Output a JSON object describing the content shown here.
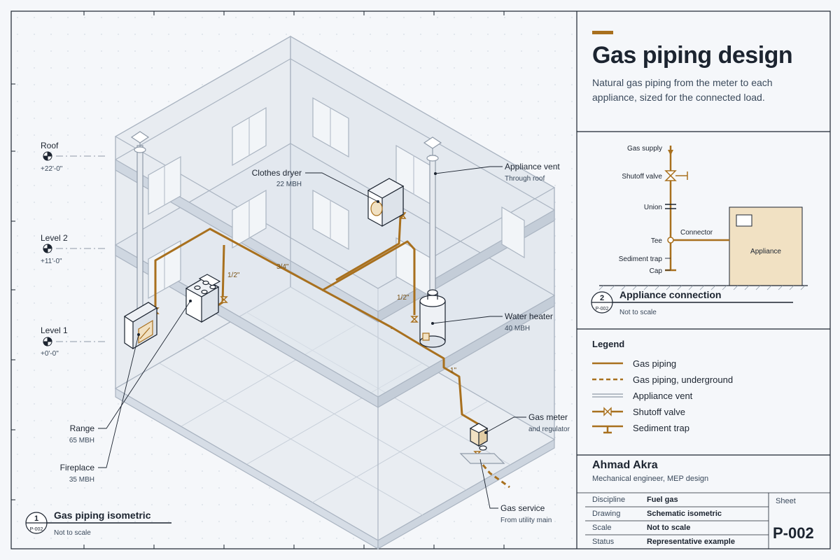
{
  "title": "Gas piping design",
  "description": "Natural gas piping from the meter to each appliance, sized for the connected load.",
  "levels": [
    {
      "name": "Roof",
      "elevation": "+22'-0\""
    },
    {
      "name": "Level 2",
      "elevation": "+11'-0\""
    },
    {
      "name": "Level 1",
      "elevation": "+0'-0\""
    }
  ],
  "isometric": {
    "labels": {
      "clothes_dryer": {
        "name": "Clothes dryer",
        "load": "22 MBH"
      },
      "appliance_vent": {
        "name": "Appliance vent",
        "note": "Through roof"
      },
      "water_heater": {
        "name": "Water heater",
        "load": "40 MBH"
      },
      "gas_meter": {
        "name": "Gas meter",
        "note": "and regulator"
      },
      "gas_service": {
        "name": "Gas service",
        "note": "From utility main"
      },
      "range": {
        "name": "Range",
        "load": "65 MBH"
      },
      "fireplace": {
        "name": "Fireplace",
        "load": "35 MBH"
      }
    },
    "pipe_sizes": {
      "main_upper": "3/4\"",
      "riser_range": "1/2\"",
      "branch_heater": "1/2\"",
      "main_lower": "1\""
    },
    "view": {
      "number": "1",
      "sheet_ref": "P-002",
      "title": "Gas piping isometric",
      "scale": "Not to scale"
    }
  },
  "detail": {
    "labels": {
      "gas_supply": "Gas supply",
      "shutoff_valve": "Shutoff valve",
      "union": "Union",
      "tee": "Tee",
      "sediment_trap": "Sediment trap",
      "cap": "Cap",
      "connector": "Connector",
      "appliance": "Appliance"
    },
    "view": {
      "number": "2",
      "sheet_ref": "P-002",
      "title": "Appliance connection",
      "scale": "Not to scale"
    }
  },
  "legend": {
    "title": "Legend",
    "items": [
      {
        "label": "Gas piping",
        "style": "solid"
      },
      {
        "label": "Gas piping, underground",
        "style": "dashed"
      },
      {
        "label": "Appliance vent",
        "style": "vent"
      },
      {
        "label": "Shutoff valve",
        "style": "valve"
      },
      {
        "label": "Sediment trap",
        "style": "trap"
      }
    ]
  },
  "author": {
    "name": "Ahmad Akra",
    "role": "Mechanical engineer, MEP design"
  },
  "meta": [
    {
      "key": "Discipline",
      "value": "Fuel gas"
    },
    {
      "key": "Drawing",
      "value": "Schematic isometric"
    },
    {
      "key": "Scale",
      "value": "Not to scale"
    },
    {
      "key": "Status",
      "value": "Representative example"
    }
  ],
  "sheet": {
    "label": "Sheet",
    "number": "P-002"
  },
  "colors": {
    "pipe": "#a8701e",
    "ink": "#1c2430",
    "vent": "#8f9aa8",
    "appliance_fill": "#f1e1c3"
  }
}
